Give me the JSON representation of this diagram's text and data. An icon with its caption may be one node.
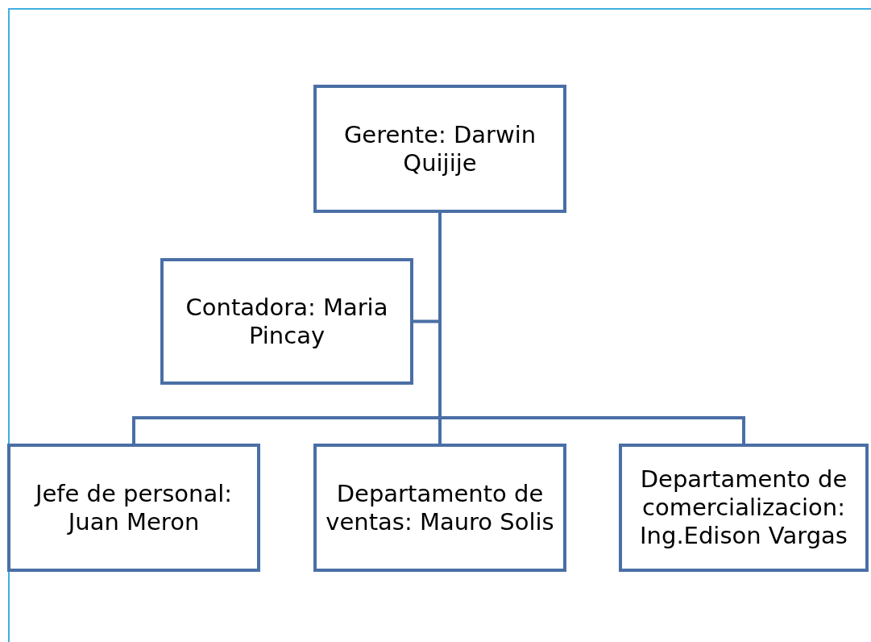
{
  "diagram": {
    "nodes": [
      {
        "text": [
          "Gerente: Darwin Quijije"
        ]
      },
      {
        "text": [
          "Contadora: Maria Pincay"
        ]
      },
      {
        "text": [
          "Jefe de personal: Juan Meron"
        ]
      },
      {
        "text": [
          "Departamento de ventas: Mauro Solis"
        ]
      },
      {
        "text": [
          "Departamento de comercializacion: Ing.Edison Vargas"
        ]
      }
    ],
    "edges": [
      {
        "from": 0,
        "to": 1,
        "arrow": "none"
      },
      {
        "from": 0,
        "to": 2,
        "arrow": "none"
      },
      {
        "from": 0,
        "to": 3,
        "arrow": "none"
      },
      {
        "from": 0,
        "to": 4,
        "arrow": "none"
      }
    ]
  }
}
